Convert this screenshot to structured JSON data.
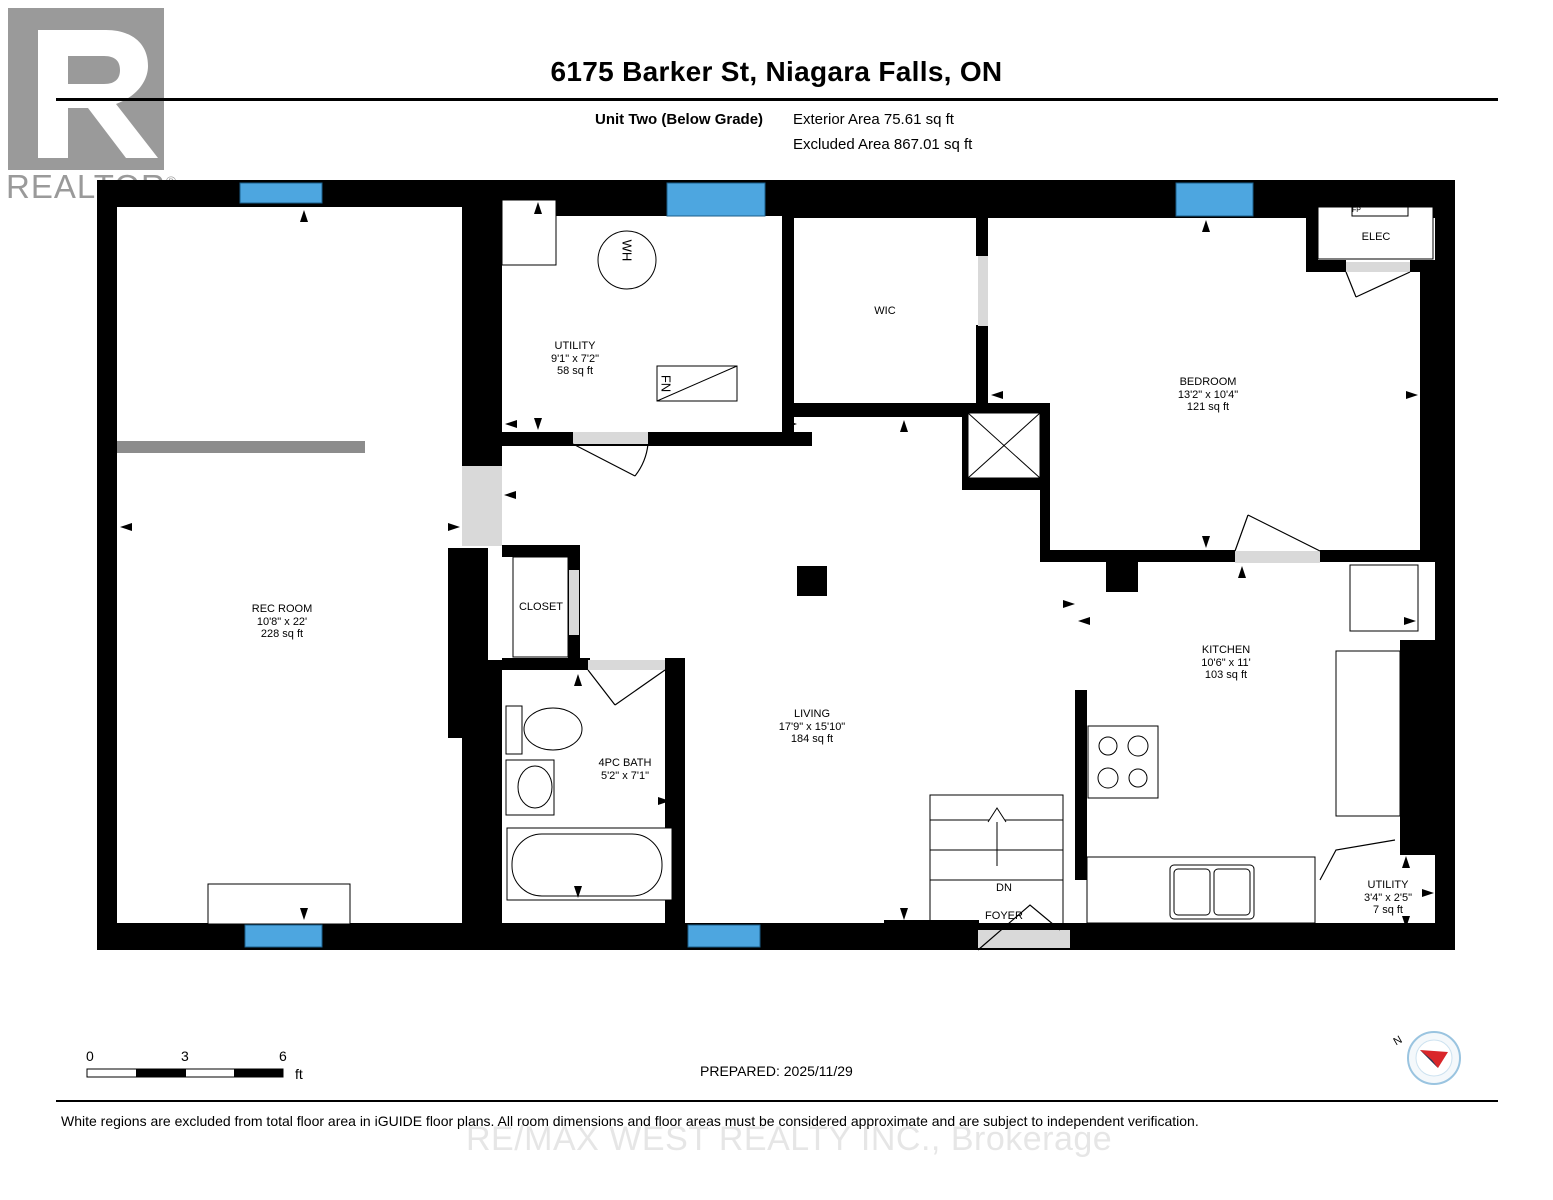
{
  "header": {
    "title": "6175 Barker St, Niagara Falls, ON",
    "unit_label": "Unit Two (Below Grade)",
    "exterior_area": "Exterior Area 75.61 sq ft",
    "excluded_area": "Excluded Area 867.01 sq ft"
  },
  "branding": {
    "logo_text": "REALTOR",
    "registered_mark": "®",
    "watermark": "RE/MAX WEST REALTY INC., Brokerage"
  },
  "rooms": [
    {
      "key": "rec_room",
      "name": "REC ROOM",
      "dims": "10'8\" x 22'",
      "area": "228 sq ft"
    },
    {
      "key": "utility",
      "name": "UTILITY",
      "dims": "9'1\" x 7'2\"",
      "area": "58 sq ft"
    },
    {
      "key": "wic",
      "name": "WIC",
      "dims": "",
      "area": ""
    },
    {
      "key": "bedroom",
      "name": "BEDROOM",
      "dims": "13'2\" x 10'4\"",
      "area": "121 sq ft"
    },
    {
      "key": "elec",
      "name": "ELEC",
      "dims": "",
      "area": ""
    },
    {
      "key": "closet",
      "name": "CLOSET",
      "dims": "",
      "area": ""
    },
    {
      "key": "living",
      "name": "LIVING",
      "dims": "17'9\" x 15'10\"",
      "area": "184 sq ft"
    },
    {
      "key": "bath",
      "name": "4PC BATH",
      "dims": "5'2\" x 7'1\"",
      "area": ""
    },
    {
      "key": "kitchen",
      "name": "KITCHEN",
      "dims": "10'6\" x 11'",
      "area": "103 sq ft"
    },
    {
      "key": "utility2",
      "name": "UTILITY",
      "dims": "3'4\" x 2'5\"",
      "area": "7 sq ft"
    },
    {
      "key": "foyer",
      "name": "FOYER",
      "dims": "",
      "area": ""
    }
  ],
  "fixtures": {
    "water_heater": "WH",
    "furnace": "FN",
    "stairs_label": "DN",
    "fireplace_tag": "FP"
  },
  "scale": {
    "ticks": [
      "0",
      "3",
      "6"
    ],
    "unit": "ft"
  },
  "prepared": "PREPARED: 2025/11/29",
  "compass": {
    "label": "N"
  },
  "disclaimer": "White regions are excluded from total floor area in iGUIDE floor plans. All room dimensions and floor areas must be considered approximate and are subject to independent verification.",
  "colors": {
    "wall": "#000000",
    "window": "#4da6e0",
    "door_gap": "#d9d9d9",
    "compass_red": "#d9262a"
  }
}
